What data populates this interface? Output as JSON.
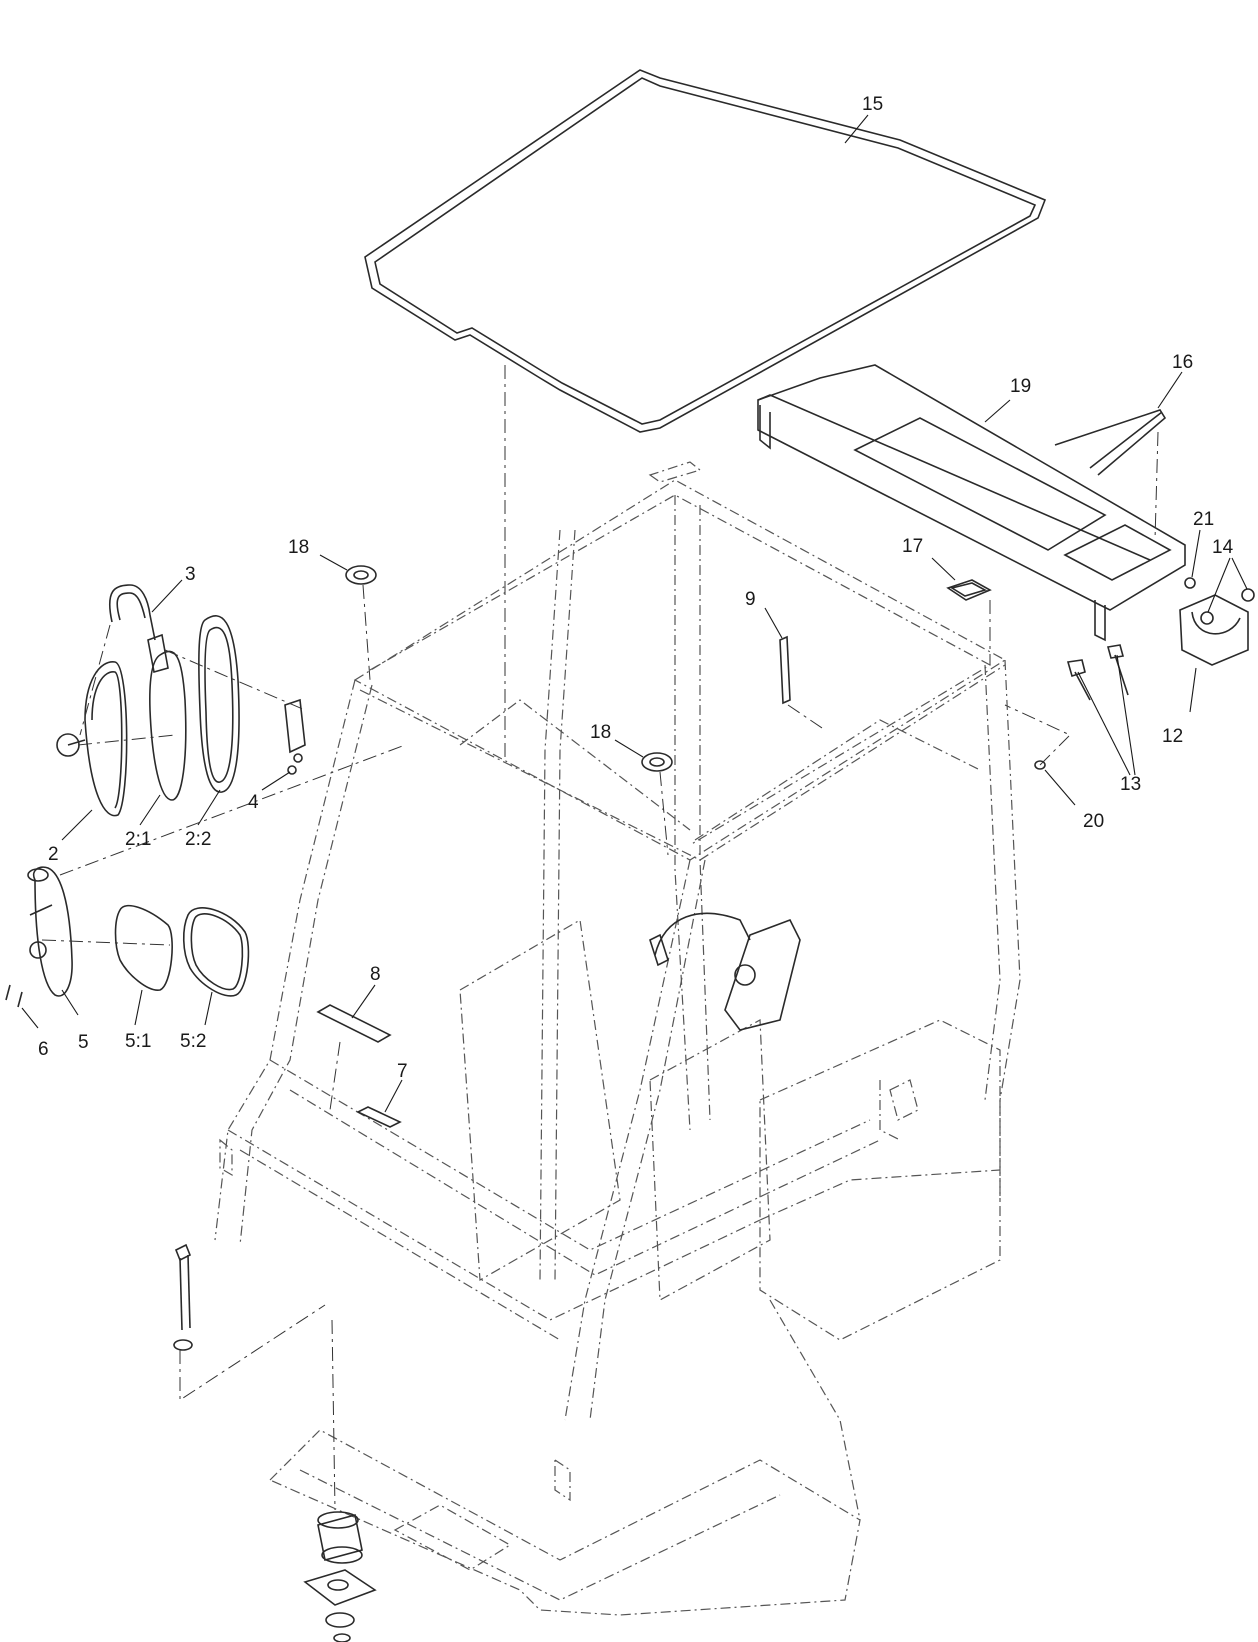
{
  "diagram": {
    "callouts": {
      "c15": "15",
      "c16": "16",
      "c19": "19",
      "c21": "21",
      "c14": "14",
      "c17": "17",
      "c12": "12",
      "c13": "13",
      "c20": "20",
      "c18a": "18",
      "c18b": "18",
      "c9": "9",
      "c3": "3",
      "c2": "2",
      "c2_1": "2:1",
      "c2_2": "2:2",
      "c4": "4",
      "c8": "8",
      "c7": "7",
      "c6": "6",
      "c5": "5",
      "c5_1": "5:1",
      "c5_2": "5:2"
    }
  }
}
